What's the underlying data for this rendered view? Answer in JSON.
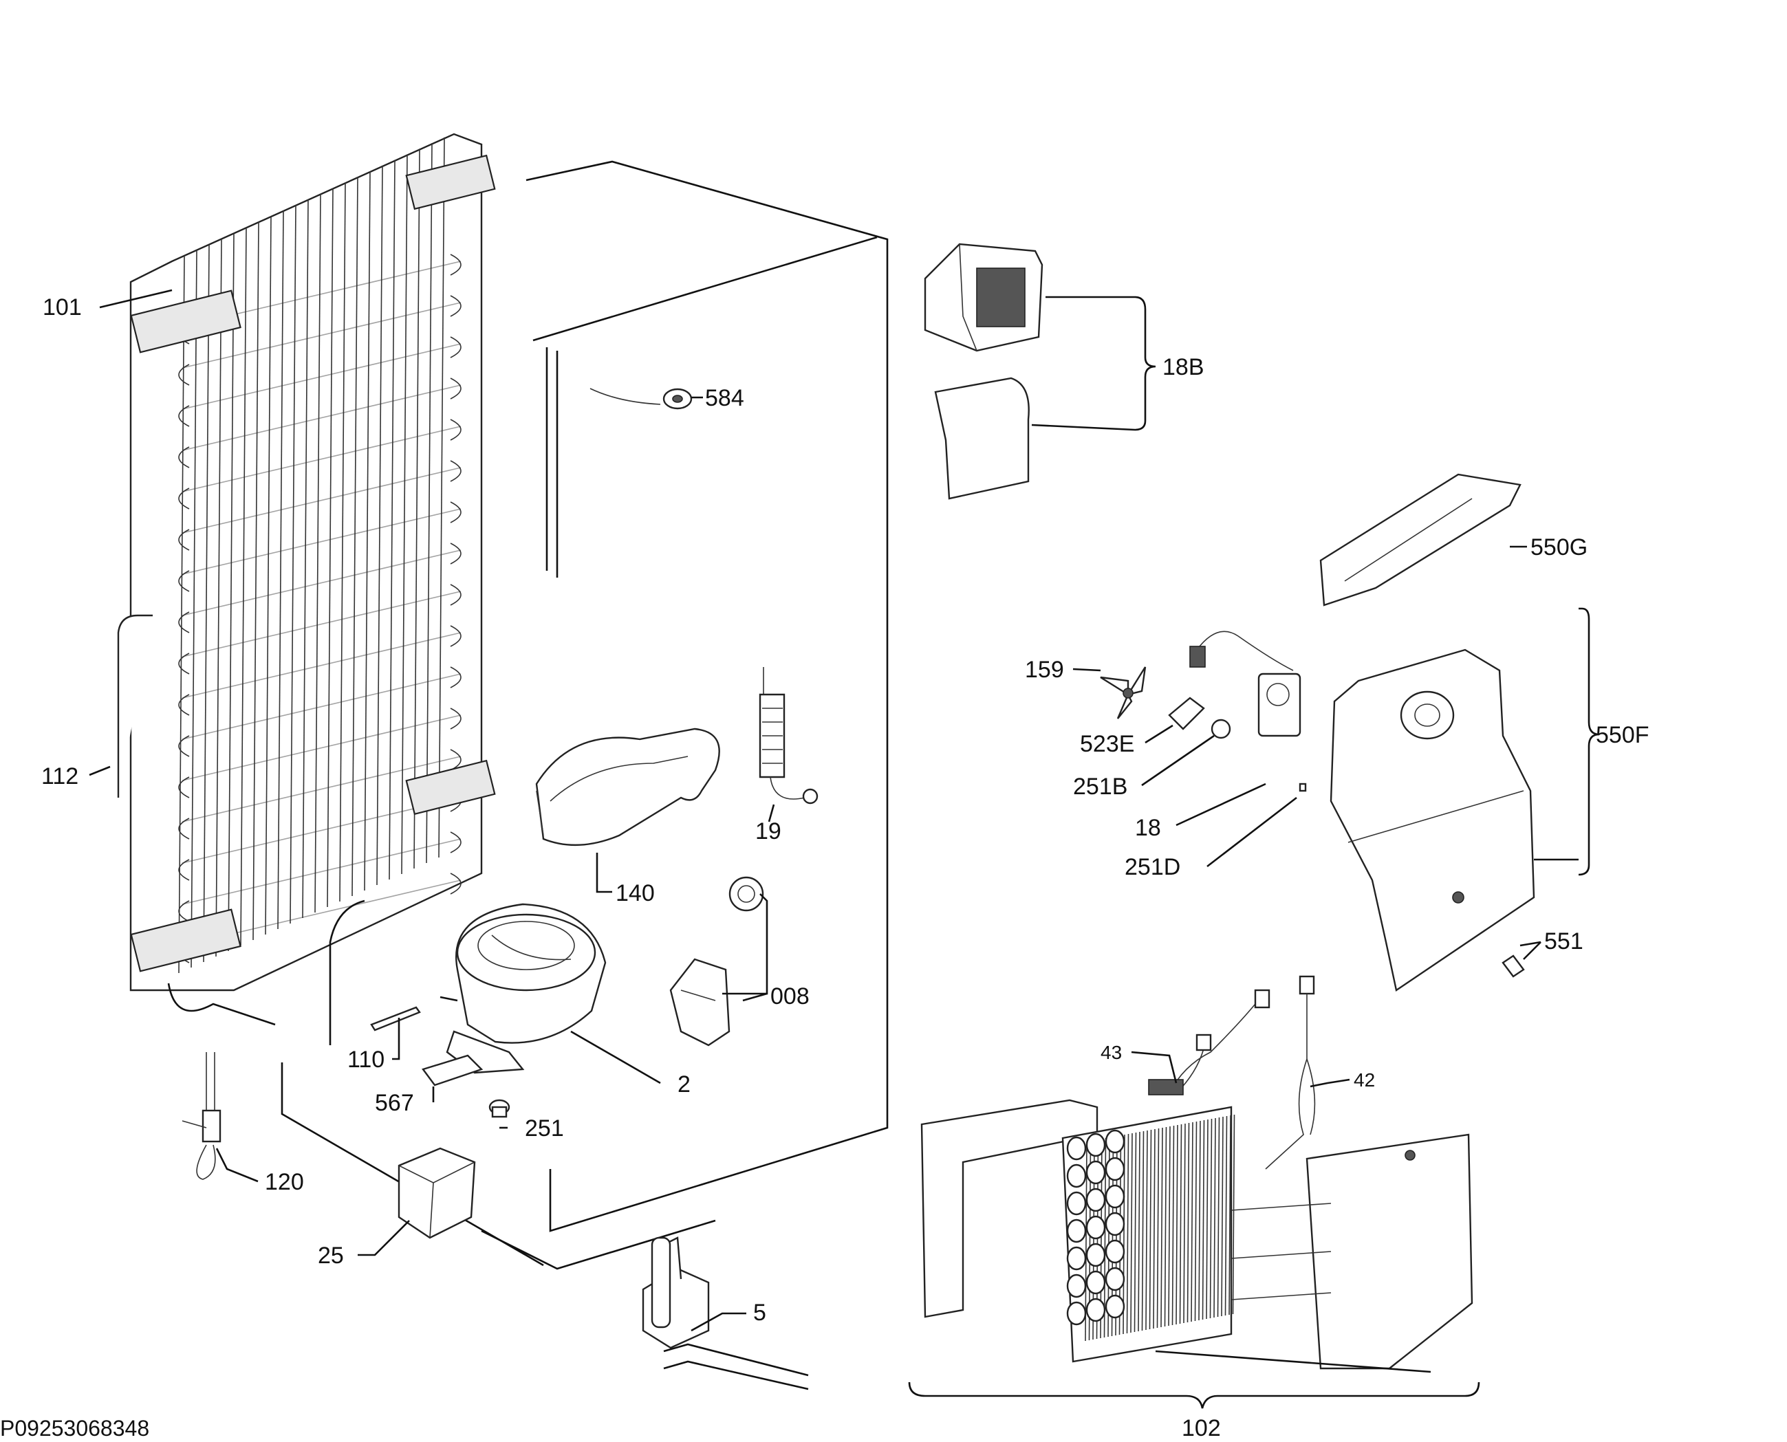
{
  "labels": {
    "p101": "101",
    "p112": "112",
    "p584": "584",
    "p18B": "18B",
    "p550G": "550G",
    "p159": "159",
    "p523E": "523E",
    "p251B": "251B",
    "p18": "18",
    "p251D": "251D",
    "p550F": "550F",
    "p140": "140",
    "p19": "19",
    "p008": "008",
    "p110": "110",
    "p567": "567",
    "p2": "2",
    "p251": "251",
    "p551": "551",
    "p120": "120",
    "p25": "25",
    "p5": "5",
    "p43": "43",
    "p42": "42",
    "p102": "102"
  },
  "reference": "P09253068348"
}
